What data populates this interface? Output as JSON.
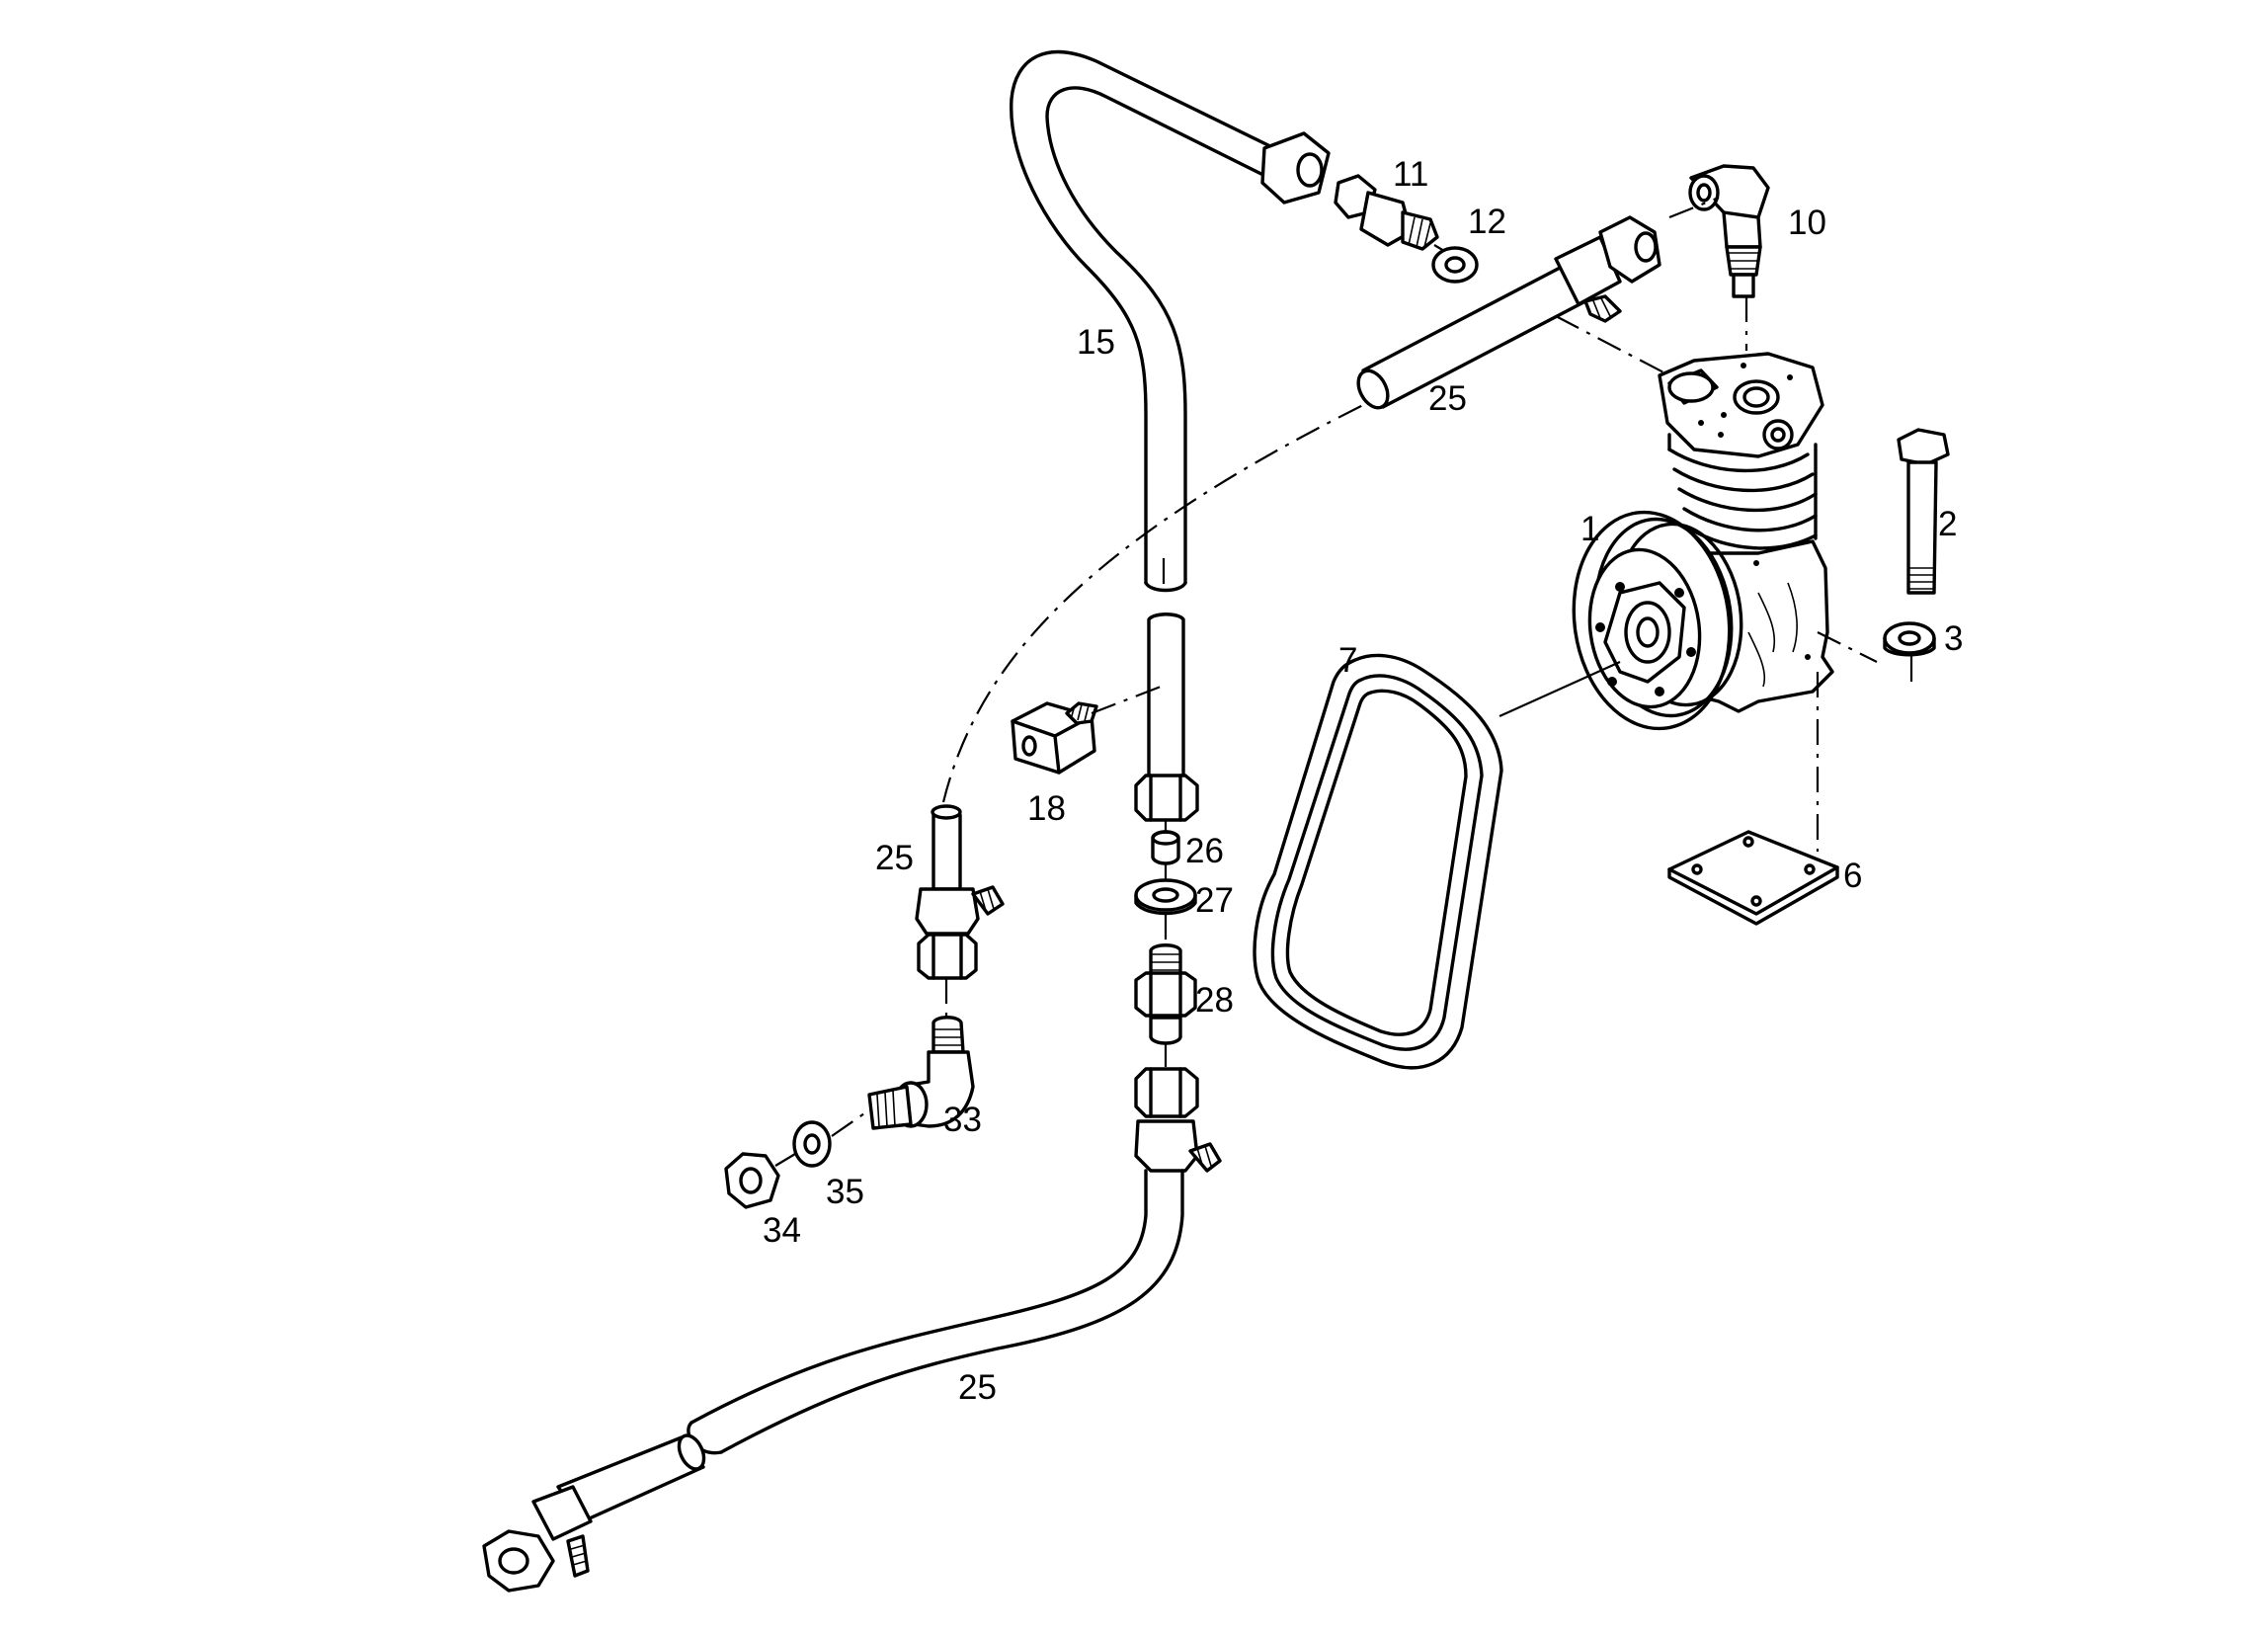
{
  "diagram": {
    "callouts": [
      {
        "id": "c1",
        "text": "1"
      },
      {
        "id": "c2",
        "text": "2"
      },
      {
        "id": "c3",
        "text": "3"
      },
      {
        "id": "c6",
        "text": "6"
      },
      {
        "id": "c7",
        "text": "7"
      },
      {
        "id": "c10",
        "text": "10"
      },
      {
        "id": "c11",
        "text": "11"
      },
      {
        "id": "c12",
        "text": "12"
      },
      {
        "id": "c15",
        "text": "15"
      },
      {
        "id": "c18",
        "text": "18"
      },
      {
        "id": "c25a",
        "text": "25"
      },
      {
        "id": "c25b",
        "text": "25"
      },
      {
        "id": "c25c",
        "text": "25"
      },
      {
        "id": "c26",
        "text": "26"
      },
      {
        "id": "c27",
        "text": "27"
      },
      {
        "id": "c28",
        "text": "28"
      },
      {
        "id": "c33",
        "text": "33"
      },
      {
        "id": "c34",
        "text": "34"
      },
      {
        "id": "c35",
        "text": "35"
      }
    ]
  }
}
